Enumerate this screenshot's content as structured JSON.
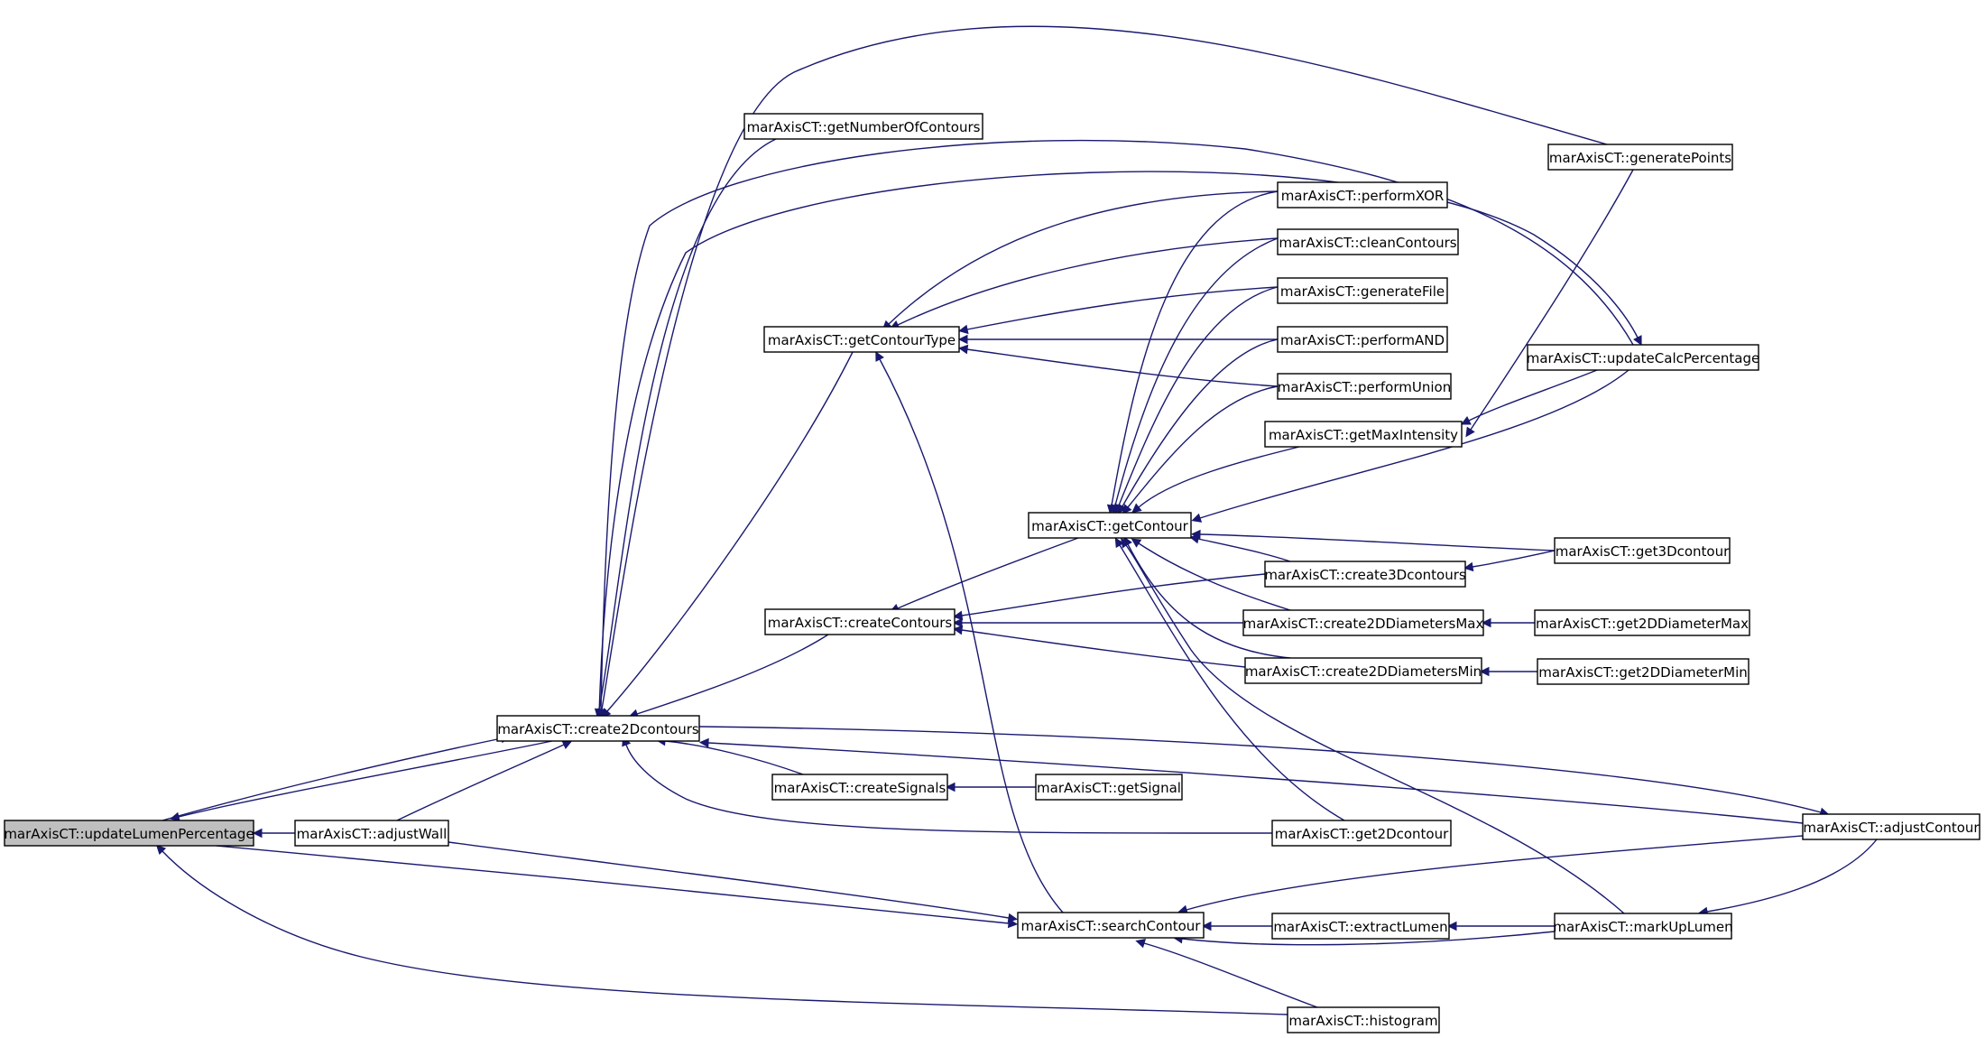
{
  "diagram": {
    "edge_color": "#191970",
    "highlight_fill": "#bfbfbf",
    "nodes": [
      {
        "id": "updateLumenPercentage",
        "label": "marAxisCT::updateLumenPercentage",
        "highlighted": true
      },
      {
        "id": "adjustWall",
        "label": "marAxisCT::adjustWall"
      },
      {
        "id": "create2Dcontours",
        "label": "marAxisCT::create2Dcontours"
      },
      {
        "id": "getNumberOfContours",
        "label": "marAxisCT::getNumberOfContours"
      },
      {
        "id": "getContourType",
        "label": "marAxisCT::getContourType"
      },
      {
        "id": "createContours",
        "label": "marAxisCT::createContours"
      },
      {
        "id": "createSignals",
        "label": "marAxisCT::createSignals"
      },
      {
        "id": "getSignal",
        "label": "marAxisCT::getSignal"
      },
      {
        "id": "searchContour",
        "label": "marAxisCT::searchContour"
      },
      {
        "id": "getContour",
        "label": "marAxisCT::getContour"
      },
      {
        "id": "performXOR",
        "label": "marAxisCT::performXOR"
      },
      {
        "id": "cleanContours",
        "label": "marAxisCT::cleanContours"
      },
      {
        "id": "generateFile",
        "label": "marAxisCT::generateFile"
      },
      {
        "id": "performAND",
        "label": "marAxisCT::performAND"
      },
      {
        "id": "performUnion",
        "label": "marAxisCT::performUnion"
      },
      {
        "id": "getMaxIntensity",
        "label": "marAxisCT::getMaxIntensity"
      },
      {
        "id": "create3Dcontours",
        "label": "marAxisCT::create3Dcontours"
      },
      {
        "id": "create2DDiametersMax",
        "label": "marAxisCT::create2DDiametersMax"
      },
      {
        "id": "create2DDiametersMin",
        "label": "marAxisCT::create2DDiametersMin"
      },
      {
        "id": "get2Dcontour",
        "label": "marAxisCT::get2Dcontour"
      },
      {
        "id": "extractLumen",
        "label": "marAxisCT::extractLumen"
      },
      {
        "id": "histogram",
        "label": "marAxisCT::histogram"
      },
      {
        "id": "generatePoints",
        "label": "marAxisCT::generatePoints"
      },
      {
        "id": "updateCalcPercentage",
        "label": "marAxisCT::updateCalcPercentage"
      },
      {
        "id": "get3Dcontour",
        "label": "marAxisCT::get3Dcontour"
      },
      {
        "id": "get2DDiameterMax",
        "label": "marAxisCT::get2DDiameterMax"
      },
      {
        "id": "get2DDiameterMin",
        "label": "marAxisCT::get2DDiameterMin"
      },
      {
        "id": "adjustContour",
        "label": "marAxisCT::adjustContour"
      },
      {
        "id": "markUpLumen",
        "label": "marAxisCT::markUpLumen"
      }
    ],
    "edges": [
      {
        "from": "adjustWall",
        "to": "updateLumenPercentage"
      },
      {
        "from": "create2Dcontours",
        "to": "updateLumenPercentage"
      },
      {
        "from": "updateLumenPercentage",
        "to": "create2Dcontours"
      },
      {
        "from": "adjustWall",
        "to": "create2Dcontours"
      },
      {
        "from": "updateLumenPercentage",
        "to": "searchContour"
      },
      {
        "from": "adjustWall",
        "to": "searchContour"
      },
      {
        "from": "histogram",
        "to": "updateLumenPercentage"
      },
      {
        "from": "getNumberOfContours",
        "to": "create2Dcontours"
      },
      {
        "from": "getContourType",
        "to": "create2Dcontours"
      },
      {
        "from": "createContours",
        "to": "create2Dcontours"
      },
      {
        "from": "createSignals",
        "to": "create2Dcontours"
      },
      {
        "from": "get2Dcontour",
        "to": "create2Dcontours"
      },
      {
        "from": "adjustContour",
        "to": "create2Dcontours"
      },
      {
        "from": "create2Dcontours",
        "to": "adjustContour"
      },
      {
        "from": "generatePoints",
        "to": "create2Dcontours"
      },
      {
        "from": "updateCalcPercentage",
        "to": "create2Dcontours"
      },
      {
        "from": "create2Dcontours",
        "to": "updateCalcPercentage"
      },
      {
        "from": "performXOR",
        "to": "getContourType"
      },
      {
        "from": "cleanContours",
        "to": "getContourType"
      },
      {
        "from": "generateFile",
        "to": "getContourType"
      },
      {
        "from": "performAND",
        "to": "getContourType"
      },
      {
        "from": "performUnion",
        "to": "getContourType"
      },
      {
        "from": "searchContour",
        "to": "getContourType"
      },
      {
        "from": "getContour",
        "to": "createContours"
      },
      {
        "from": "create3Dcontours",
        "to": "createContours"
      },
      {
        "from": "create2DDiametersMax",
        "to": "createContours"
      },
      {
        "from": "create2DDiametersMin",
        "to": "createContours"
      },
      {
        "from": "getSignal",
        "to": "createSignals"
      },
      {
        "from": "performXOR",
        "to": "getContour"
      },
      {
        "from": "cleanContours",
        "to": "getContour"
      },
      {
        "from": "generateFile",
        "to": "getContour"
      },
      {
        "from": "performAND",
        "to": "getContour"
      },
      {
        "from": "performUnion",
        "to": "getContour"
      },
      {
        "from": "getMaxIntensity",
        "to": "getContour"
      },
      {
        "from": "updateCalcPercentage",
        "to": "getContour"
      },
      {
        "from": "get3Dcontour",
        "to": "getContour"
      },
      {
        "from": "create3Dcontours",
        "to": "getContour"
      },
      {
        "from": "create2DDiametersMax",
        "to": "getContour"
      },
      {
        "from": "create2DDiametersMin",
        "to": "getContour"
      },
      {
        "from": "get2Dcontour",
        "to": "getContour"
      },
      {
        "from": "markUpLumen",
        "to": "getContour"
      },
      {
        "from": "generatePoints",
        "to": "getMaxIntensity"
      },
      {
        "from": "updateCalcPercentage",
        "to": "getMaxIntensity"
      },
      {
        "from": "get3Dcontour",
        "to": "create3Dcontours"
      },
      {
        "from": "get2DDiameterMax",
        "to": "create2DDiametersMax"
      },
      {
        "from": "get2DDiameterMin",
        "to": "create2DDiametersMin"
      },
      {
        "from": "adjustContour",
        "to": "searchContour"
      },
      {
        "from": "extractLumen",
        "to": "searchContour"
      },
      {
        "from": "markUpLumen",
        "to": "searchContour"
      },
      {
        "from": "histogram",
        "to": "searchContour"
      },
      {
        "from": "markUpLumen",
        "to": "extractLumen"
      },
      {
        "from": "adjustContour",
        "to": "markUpLumen"
      }
    ]
  }
}
